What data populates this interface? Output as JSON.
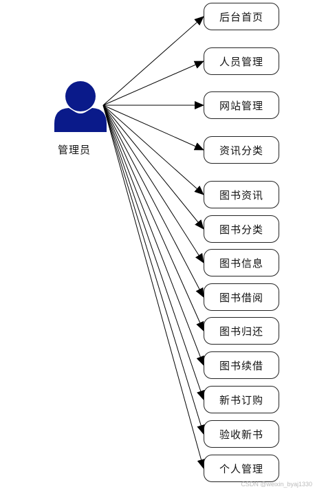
{
  "actor": {
    "label": "管理员",
    "color": "#0a1a8a"
  },
  "modules": [
    "后台首页",
    "人员管理",
    "网站管理",
    "资讯分类",
    "图书资讯",
    "图书分类",
    "图书信息",
    "图书借阅",
    "图书归还",
    "图书续借",
    "新书订购",
    "验收新书",
    "个人管理"
  ],
  "watermark": "CSDN @weixin_byaj1330"
}
